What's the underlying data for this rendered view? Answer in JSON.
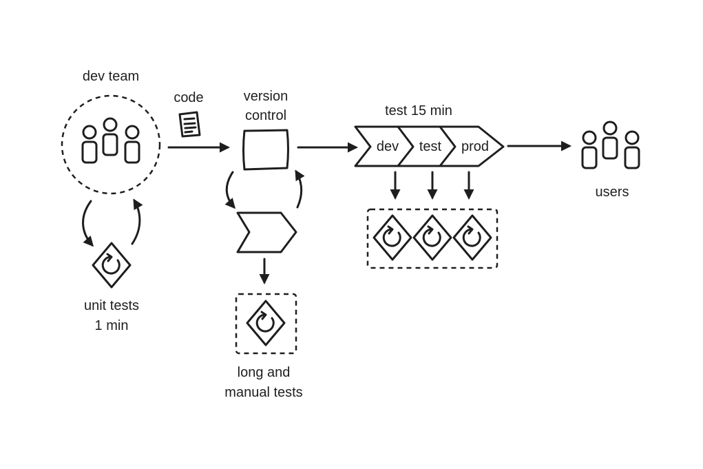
{
  "labels": {
    "dev_team": "dev team",
    "code": "code",
    "version_control_line1": "version",
    "version_control_line2": "control",
    "test_time": "test 15 min",
    "stage_dev": "dev",
    "stage_test": "test",
    "stage_prod": "prod",
    "users": "users",
    "unit_tests_line1": "unit tests",
    "unit_tests_line2": "1 min",
    "long_tests_line1": "long and",
    "long_tests_line2": "manual tests"
  }
}
